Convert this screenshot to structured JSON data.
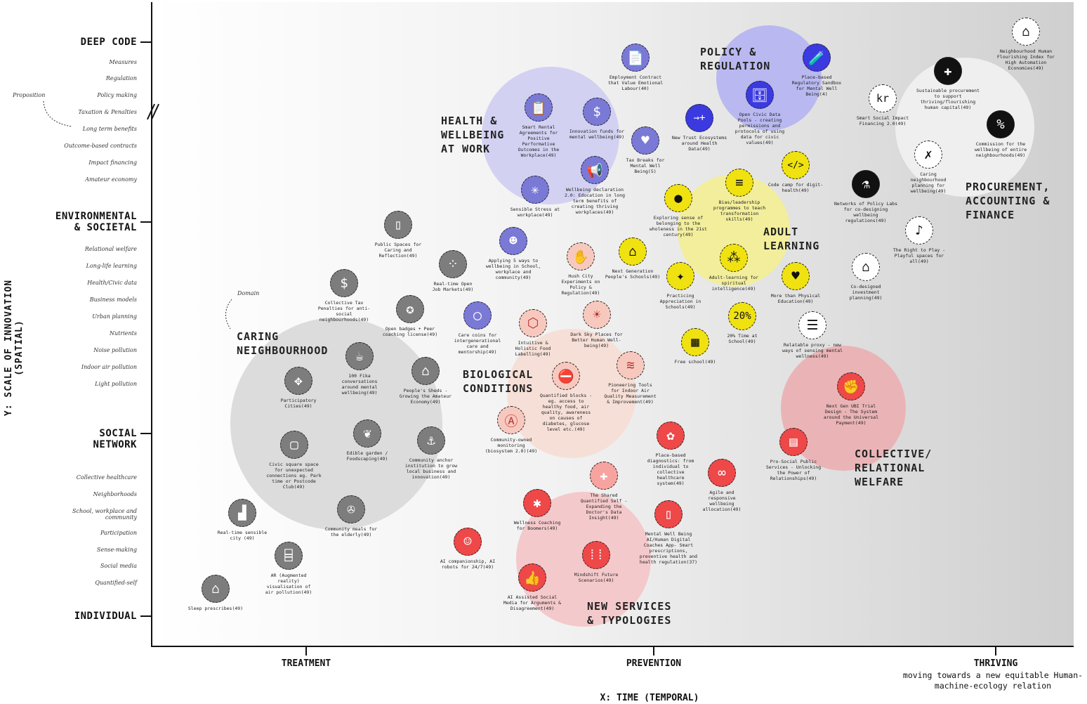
{
  "axes": {
    "y_title": "Y: SCALE OF INNOVATION (SPATIAL)",
    "x_title": "X: TIME (TEMPORAL)",
    "y_levels": {
      "deep_code": "DEEP CODE",
      "env_line1": "ENVIRONMENTAL",
      "env_line2": "& SOCIETAL",
      "social_line1": "SOCIAL",
      "social_line2": "NETWORK",
      "individual": "INDIVIDUAL"
    },
    "y_minor": [
      "Measures",
      "Regulation",
      "Policy making",
      "Taxation & Penalties",
      "Long term benefits",
      "Outcome-based contracts",
      "Impact financing",
      "Amateur economy",
      "Relational welfare",
      "Long-life learning",
      "Health/Civic data",
      "Business models",
      "Urban planning",
      "Nutrients",
      "Noise pollution",
      "Indoor air pollution",
      "Light pollution",
      "Collective healthcare",
      "Neighborhoods",
      "School, workplace and community",
      "Participation",
      "Sense-making",
      "Social media",
      "Quantified-self"
    ],
    "x_levels": {
      "treatment": "TREATMENT",
      "prevention": "PREVENTION",
      "thriving": "THRIVING",
      "thriving_sub": "moving towards a new equitable Human-machine-ecology relation"
    }
  },
  "notes": {
    "proposition": "Proposition",
    "domain": "Domain"
  },
  "regions": {
    "policy_line1": "POLICY &",
    "policy_line2": "REGULATION",
    "health_line1": "HEALTH &",
    "health_line2": "WELLBEING",
    "health_line3": "AT WORK",
    "procurement_line1": "PROCUREMENT,",
    "procurement_line2": "ACCOUNTING &",
    "procurement_line3": "FINANCE",
    "adult_line1": "ADULT",
    "adult_line2": "LEARNING",
    "caring_line1": "CARING",
    "caring_line2": "NEIGHBOURHOOD",
    "bio_line1": "BIOLOGICAL",
    "bio_line2": "CONDITIONS",
    "collective_line1": "COLLECTIVE/",
    "collective_line2": "RELATIONAL",
    "collective_line3": "WELFARE",
    "newservices_line1": "NEW SERVICES",
    "newservices_line2": "& TYPOLOGIES"
  },
  "colors": {
    "policy_blob": "#b9b8f0",
    "health_blob": "#cfcdf2",
    "adult_blob": "#f2ee9c",
    "caring_blob": "#dcdcdc",
    "bio_blob": "#f6ddd3",
    "collective_blob": "#eab4b6",
    "newservices_blob": "#f4c9cb",
    "procurement_blob": "#efefef"
  },
  "nodes": [
    {
      "id": "employment-contract",
      "icon": "📄",
      "color": "purple",
      "label": "Employment Contract that Value Emotional Labour(40)"
    },
    {
      "id": "place-based-sandbox",
      "icon": "🧪",
      "color": "blue",
      "label": "Place-based Regulatory Sandbox for Mental Well Being(4)"
    },
    {
      "id": "open-civic-data",
      "icon": "🗄",
      "color": "blue",
      "label": "Open Civic Data Pools - creating permissions and protocols of using data for civic values(49)"
    },
    {
      "id": "smart-rental",
      "icon": "📋",
      "color": "purple",
      "label": "Smart Rental Agreements for Positive Performative Outcomes in the Workplace(49)"
    },
    {
      "id": "innovation-funds",
      "icon": "$",
      "color": "purple",
      "label": "Innovation funds for mental wellbeing(49)"
    },
    {
      "id": "tax-breaks",
      "icon": "♥",
      "color": "purple",
      "label": "Tax Breaks for Mental Well Being(5)"
    },
    {
      "id": "new-trust",
      "icon": "→+",
      "color": "blue",
      "label": "New Trust Ecosystems around Health Data(49)"
    },
    {
      "id": "wellbeing-declaration",
      "icon": "📢",
      "color": "purple",
      "label": "Wellbeing declaration 2.0: Education in long term benefits of creating thriving workplaces(49)"
    },
    {
      "id": "sensible-stress",
      "icon": "✳",
      "color": "purple",
      "label": "Sensible Stress at workplace(49)"
    },
    {
      "id": "applying-5-ways",
      "icon": "☻",
      "color": "purple",
      "label": "Applying 5 ways to wellbeing in School, workplace and community(49)"
    },
    {
      "id": "care-coins",
      "icon": "◯",
      "color": "purple",
      "label": "Care coins for intergenerational care and mentorship(49)"
    },
    {
      "id": "neighbourhood-index",
      "icon": "⌂",
      "color": "white",
      "label": "Neighbourhood Human Flourishing Index for High Automation Economies(49)"
    },
    {
      "id": "sustainable-procurement",
      "icon": "✚",
      "color": "black",
      "label": "Sustainable procurement to support thriving/flourishing human capital(49)"
    },
    {
      "id": "smart-social-impact",
      "icon": "kr",
      "color": "white",
      "label": "Smart Social Impact Financing 2.0(49)"
    },
    {
      "id": "commission-wellbeing",
      "icon": "%",
      "color": "black",
      "label": "Commission for the wellbeing of entire neighbourhoods(49)"
    },
    {
      "id": "caring-planning",
      "icon": "✗",
      "color": "white",
      "label": "Caring neighbourhood planning for wellbeing(49)"
    },
    {
      "id": "networks-policy-labs",
      "icon": "⚗",
      "color": "black",
      "label": "Networks of Policy Labs for co-designing wellbeing regulations(49)"
    },
    {
      "id": "right-to-play",
      "icon": "♪",
      "color": "white",
      "label": "The Right to Play - Playful spaces for all(49)"
    },
    {
      "id": "co-designed-investment",
      "icon": "⌂",
      "color": "white",
      "label": "Co-designed investment planning(49)"
    },
    {
      "id": "relatable-proxy",
      "icon": "☰",
      "color": "white",
      "label": "Relatable proxy - new ways of sensing mental wellness(49)"
    },
    {
      "id": "code-camp",
      "icon": "</>",
      "color": "yellow",
      "label": "Code camp for digit-health(49)"
    },
    {
      "id": "bias-leadership",
      "icon": "≡",
      "color": "yellow",
      "label": "Bias/leadership programmes to teach transformation skills(49)"
    },
    {
      "id": "exploring-belonging",
      "icon": "●",
      "color": "yellow",
      "label": "Exploring sense of belonging to the wholeness in the 21st century(49)"
    },
    {
      "id": "next-gen-schools",
      "icon": "⌂",
      "color": "yellow",
      "label": "Next Generation People's Schools(49)"
    },
    {
      "id": "adult-learning-spiritual",
      "icon": "⁂",
      "color": "yellow",
      "label": "Adult-learning for spiritual intelligence(49)"
    },
    {
      "id": "more-than-pe",
      "icon": "♥",
      "color": "yellow",
      "label": "More than Physical Education(49)"
    },
    {
      "id": "practicing-appreciation",
      "icon": "✦",
      "color": "yellow",
      "label": "Practicing Appreciation in Schools(49)"
    },
    {
      "id": "twenty-percent",
      "icon": "20%",
      "color": "yellow",
      "label": "20% Time at School(49)"
    },
    {
      "id": "free-school",
      "icon": "▦",
      "color": "yellow",
      "label": "Free school(49)"
    },
    {
      "id": "public-spaces",
      "icon": "▯",
      "color": "gray",
      "label": "Public Spaces for Caring and Reflection(49)"
    },
    {
      "id": "real-time-job",
      "icon": "⁘",
      "color": "gray",
      "label": "Real-time Open Job Markets(49)"
    },
    {
      "id": "collective-tax",
      "icon": "$",
      "color": "gray",
      "label": "Collective Tax Penalties for anti-social neighbourhoods(49)"
    },
    {
      "id": "open-badges",
      "icon": "✪",
      "color": "gray",
      "label": "Open badges + Peer coaching license(49)"
    },
    {
      "id": "fika",
      "icon": "☕",
      "color": "gray",
      "label": "100 Fika conversations around mental wellbeing(49)"
    },
    {
      "id": "peoples-sheds",
      "icon": "⌂",
      "color": "gray",
      "label": "People's Sheds - Growing the Amateur Economy(49)"
    },
    {
      "id": "participatory-cities",
      "icon": "✥",
      "color": "gray",
      "label": "Participatory Cities(49)"
    },
    {
      "id": "civic-square",
      "icon": "▢",
      "color": "gray",
      "label": "Civic square space for unexpected connections eg. Park time or Postcode Club(49)"
    },
    {
      "id": "edible-garden",
      "icon": "❦",
      "color": "gray",
      "label": "Edible garden / Foodscaping(49)"
    },
    {
      "id": "community-anchor",
      "icon": "⚓",
      "color": "gray",
      "label": "Community anchor institution to grow local business and innovation(49)"
    },
    {
      "id": "real-time-sensible-city",
      "icon": "▟",
      "color": "gray",
      "label": "Real-time sensible city (49)"
    },
    {
      "id": "community-meals",
      "icon": "✇",
      "color": "gray",
      "label": "Community meals for the elderly(49)"
    },
    {
      "id": "ar-visualisation",
      "icon": "⌸",
      "color": "gray",
      "label": "AR (Augmented reality) visualisation of air pollution(49)"
    },
    {
      "id": "sleep-prescribes",
      "icon": "⌂",
      "color": "gray",
      "label": "Sleep prescribes(49)"
    },
    {
      "id": "hush-city",
      "icon": "✋",
      "color": "pink",
      "label": "Hush City Experiments on Policy & Regulation(49)"
    },
    {
      "id": "intuitive-food",
      "icon": "⬡",
      "color": "pink",
      "label": "Intuitive & Holistic Food Labelling(49)"
    },
    {
      "id": "dark-sky",
      "icon": "☀",
      "color": "pink",
      "label": "Dark Sky Places for Better Human Well-being(49)"
    },
    {
      "id": "quantified-blocks",
      "icon": "⛔",
      "color": "pink",
      "label": "Quantified blocks - eg. access to healthy food, air quality, awareness on causes of diabetes, glucose level etc.(49)"
    },
    {
      "id": "pioneering-tools",
      "icon": "≋",
      "color": "pink",
      "label": "Pioneering Tools for Indoor Air Quality Measurement & Improvement(49)"
    },
    {
      "id": "community-monitoring",
      "icon": "Ⓐ",
      "color": "pink",
      "label": "Community-owned monitoring (biosystem 2.0)(49)"
    },
    {
      "id": "place-based-diagnostics",
      "icon": "✿",
      "color": "red",
      "label": "Place-based diagnostics: from individual to collective healthcare system(49)"
    },
    {
      "id": "agile-allocation",
      "icon": "∞",
      "color": "red",
      "label": "Agile and responsive wellbeing allocation(49)"
    },
    {
      "id": "next-gen-ubi",
      "icon": "✊",
      "color": "red",
      "label": "Next Gen UBI Trial Design - The System around the Universal Payment(49)"
    },
    {
      "id": "pro-social-services",
      "icon": "▤",
      "color": "red",
      "label": "Pro-Social Public Services - Unlocking the Power of Relationships(49)"
    },
    {
      "id": "shared-quantified-self",
      "icon": "✚",
      "color": "red",
      "label": "The Shared Quantified Self - Expanding the Doctor's Data Insight(49)"
    },
    {
      "id": "wellness-coaching",
      "icon": "✱",
      "color": "red",
      "label": "Wellness Coaching for Boomers(49)"
    },
    {
      "id": "mental-wellbeing-app",
      "icon": "▯",
      "color": "red",
      "label": "Mental Well Being AI/Human Digital Coaches App- Smart prescriptions, preventive health and health regulation(37)"
    },
    {
      "id": "ai-companionship",
      "icon": "☺",
      "color": "red",
      "label": "AI companionship, AI robots for 24/7(49)"
    },
    {
      "id": "mindshift-scenarios",
      "icon": "⁞⁞",
      "color": "red",
      "label": "Mindshift Future Scenarios(49)"
    },
    {
      "id": "ai-assisted-social",
      "icon": "👍",
      "color": "red",
      "label": "AI Assisted Social Media for Arguments & Disagreement(49)"
    }
  ]
}
